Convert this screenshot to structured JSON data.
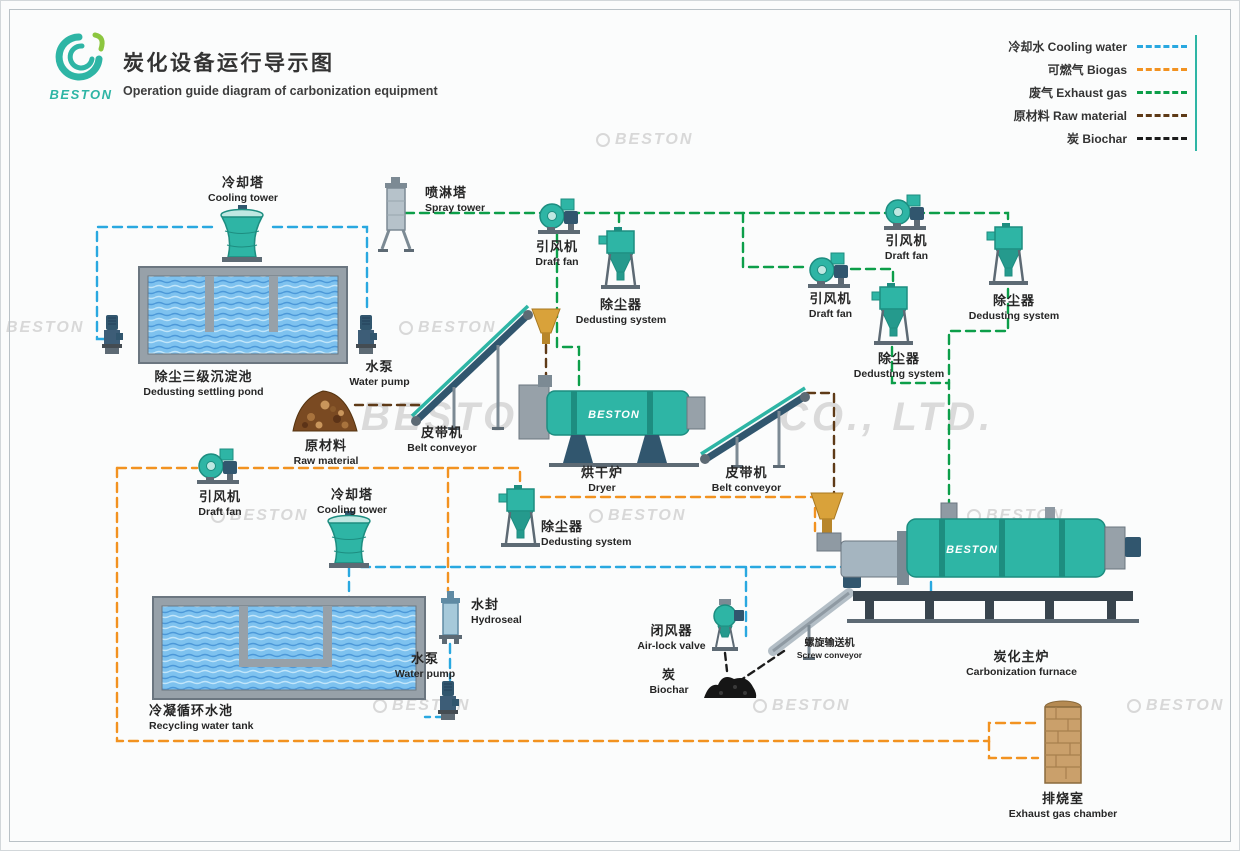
{
  "brand": "BESTON",
  "header": {
    "title_zh": "炭化设备运行导示图",
    "title_en": "Operation guide diagram of carbonization equipment"
  },
  "legend": {
    "items": [
      {
        "key": "water",
        "label": "冷却水 Cooling water",
        "color": "#29a8e0"
      },
      {
        "key": "biogas",
        "label": "可燃气 Biogas",
        "color": "#f29220"
      },
      {
        "key": "exhaust",
        "label": "废气 Exhaust gas",
        "color": "#0c9e49"
      },
      {
        "key": "raw",
        "label": "原材料 Raw material",
        "color": "#5e3a17"
      },
      {
        "key": "char",
        "label": "炭 Biochar",
        "color": "#1c1c1c"
      }
    ]
  },
  "watermark": {
    "brand": "BESTON",
    "suffix": "CO., LTD."
  },
  "equipment": {
    "cooling_tower_1": {
      "zh": "冷却塔",
      "en": "Cooling tower"
    },
    "spray_tower": {
      "zh": "喷淋塔",
      "en": "Spray tower"
    },
    "draft_fan_1": {
      "zh": "引风机",
      "en": "Draft fan"
    },
    "dedusting_1": {
      "zh": "除尘器",
      "en": "Dedusting system"
    },
    "draft_fan_2": {
      "zh": "引风机",
      "en": "Draft fan"
    },
    "dedusting_2": {
      "zh": "除尘器",
      "en": "Dedusting system"
    },
    "draft_fan_3": {
      "zh": "引风机",
      "en": "Draft fan"
    },
    "dedusting_3": {
      "zh": "除尘器",
      "en": "Dedusting system"
    },
    "settling_pond": {
      "zh": "除尘三级沉淀池",
      "en": "Dedusting settling pond"
    },
    "water_pump_1": {
      "zh": "水泵",
      "en": "Water pump"
    },
    "raw_material": {
      "zh": "原材料",
      "en": "Raw material"
    },
    "belt_conveyor_1": {
      "zh": "皮带机",
      "en": "Belt conveyor"
    },
    "dryer": {
      "zh": "烘干炉",
      "en": "Dryer"
    },
    "belt_conveyor_2": {
      "zh": "皮带机",
      "en": "Belt conveyor"
    },
    "draft_fan_4": {
      "zh": "引风机",
      "en": "Draft fan"
    },
    "cooling_tower_2": {
      "zh": "冷却塔",
      "en": "Cooling tower"
    },
    "dedusting_4": {
      "zh": "除尘器",
      "en": "Dedusting system"
    },
    "hydroseal": {
      "zh": "水封",
      "en": "Hydroseal"
    },
    "water_pump_2": {
      "zh": "水泵",
      "en": "Water pump"
    },
    "recycling_tank": {
      "zh": "冷凝循环水池",
      "en": "Recycling water tank"
    },
    "airlock_valve": {
      "zh": "闭风器",
      "en": "Air-lock valve"
    },
    "screw_conveyor": {
      "zh": "螺旋输送机",
      "en": "Screw conveyor"
    },
    "biochar": {
      "zh": "炭",
      "en": "Biochar"
    },
    "furnace": {
      "zh": "炭化主炉",
      "en": "Carbonization furnace"
    },
    "exhaust_chamber": {
      "zh": "排烧室",
      "en": "Exhaust gas chamber"
    }
  }
}
